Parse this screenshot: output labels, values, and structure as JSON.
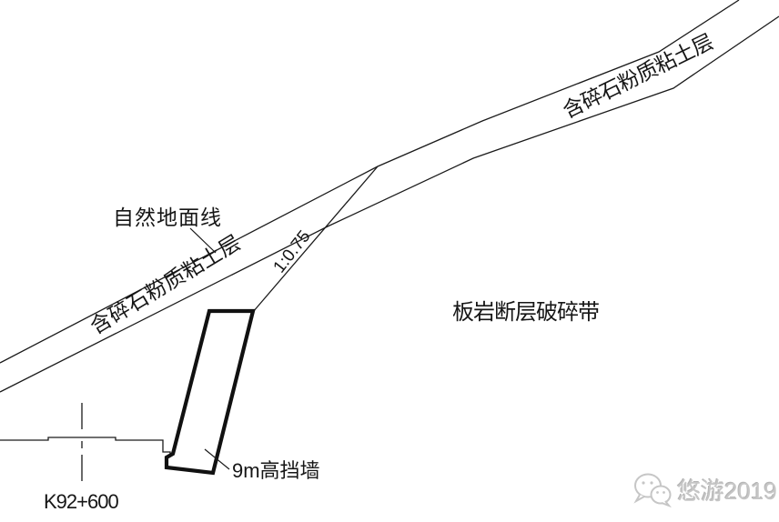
{
  "drawing": {
    "labels": {
      "natural_ground_line": "自然地面线",
      "soil_layer_left": "含碎石粉质粘土层",
      "soil_layer_right": "含碎石粉质粘土层",
      "cut_slope_ratio": "1:0.75",
      "fault_zone": "板岩断层破碎带",
      "retaining_wall": "9m高挡墙",
      "station": "K92+600"
    },
    "watermark": {
      "text": "悠游2019",
      "icon": "wechat-chat-bubbles-icon"
    },
    "colors": {
      "line": "#1a1a1a",
      "background": "#ffffff",
      "watermark_gray": "#c6c6c6"
    }
  }
}
